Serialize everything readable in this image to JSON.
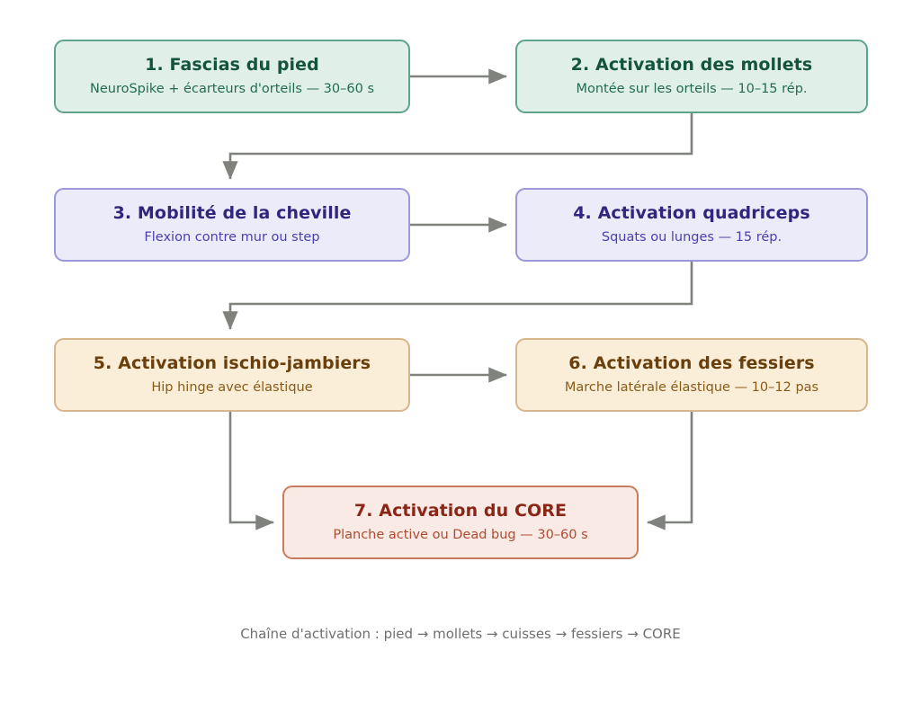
{
  "diagram": {
    "type": "flowchart",
    "caption": "Chaîne d'activation : pied → mollets → cuisses → fessiers → CORE",
    "palette": {
      "green_fill": "#e0f0e8",
      "green_border": "#5fa38c",
      "green_title": "#14543f",
      "green_subtitle": "#226b52",
      "purple_fill": "#ecebf9",
      "purple_border": "#9b97d8",
      "purple_title": "#30257f",
      "purple_subtitle": "#4a40b0",
      "tan_fill": "#fbeed8",
      "tan_border": "#d7b58d",
      "tan_title": "#69400d",
      "tan_subtitle": "#8a5a18",
      "pink_fill": "#f9eae5",
      "pink_border": "#c97b5e",
      "pink_title": "#8b2516",
      "pink_subtitle": "#b04a30",
      "connector": "#7f827d",
      "background": "#ffffff",
      "caption_text": "#6f6f6f"
    },
    "nodes": [
      {
        "id": "1",
        "title": "1. Fascias du pied",
        "subtitle": "NeuroSpike + écarteurs d'orteils — 30–60 s",
        "group": "green"
      },
      {
        "id": "2",
        "title": "2. Activation des mollets",
        "subtitle": "Montée sur les orteils — 10–15 rép.",
        "group": "green"
      },
      {
        "id": "3",
        "title": "3. Mobilité de la cheville",
        "subtitle": "Flexion contre mur ou step",
        "group": "purple"
      },
      {
        "id": "4",
        "title": "4. Activation quadriceps",
        "subtitle": "Squats ou lunges — 15 rép.",
        "group": "purple"
      },
      {
        "id": "5",
        "title": "5. Activation ischio-jambiers",
        "subtitle": "Hip hinge avec élastique",
        "group": "tan"
      },
      {
        "id": "6",
        "title": "6. Activation des fessiers",
        "subtitle": "Marche latérale élastique — 10–12 pas",
        "group": "tan"
      },
      {
        "id": "7",
        "title": "7. Activation du CORE",
        "subtitle": "Planche active ou Dead bug — 30–60 s",
        "group": "pink"
      }
    ],
    "edges": [
      {
        "from": "1",
        "to": "2",
        "style": "straight-right"
      },
      {
        "from": "2",
        "to": "3",
        "style": "elbow-down-left-down"
      },
      {
        "from": "3",
        "to": "4",
        "style": "straight-right"
      },
      {
        "from": "4",
        "to": "5",
        "style": "elbow-down-left-down"
      },
      {
        "from": "5",
        "to": "6",
        "style": "straight-right"
      },
      {
        "from": "5",
        "to": "7",
        "style": "elbow-down-right"
      },
      {
        "from": "6",
        "to": "7",
        "style": "elbow-down-left"
      }
    ]
  }
}
